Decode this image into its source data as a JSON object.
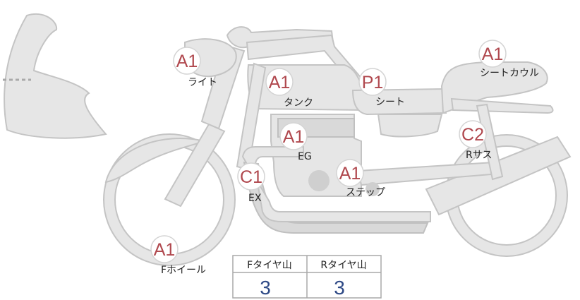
{
  "parts": [
    {
      "id": "light",
      "grade": "A1",
      "label": "ライト"
    },
    {
      "id": "tank",
      "grade": "A1",
      "label": "タンク"
    },
    {
      "id": "seat",
      "grade": "P1",
      "label": "シート"
    },
    {
      "id": "seat-cowl",
      "grade": "A1",
      "label": "シートカウル"
    },
    {
      "id": "engine",
      "grade": "A1",
      "label": "EG"
    },
    {
      "id": "rear-suspension",
      "grade": "C2",
      "label": "Rサス"
    },
    {
      "id": "exhaust",
      "grade": "C1",
      "label": "EX"
    },
    {
      "id": "step",
      "grade": "A1",
      "label": "ステップ"
    },
    {
      "id": "front-wheel",
      "grade": "A1",
      "label": "Fホイール"
    }
  ],
  "tire_table": {
    "headers": [
      "Fタイヤ山",
      "Rタイヤ山"
    ],
    "values": [
      "3",
      "3"
    ]
  },
  "colors": {
    "grade": "#b0484e",
    "value": "#2f4a86",
    "body_fill": "#e6e6e6",
    "body_stroke": "#c4c4c4"
  }
}
